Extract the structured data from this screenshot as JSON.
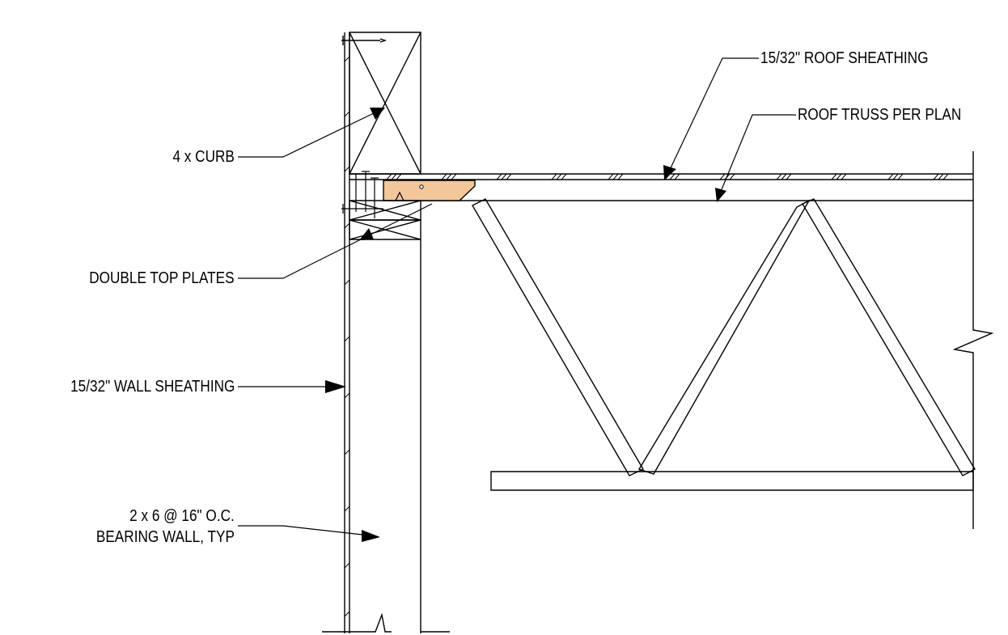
{
  "labels": {
    "roof_sheathing": "15/32\" ROOF SHEATHING",
    "roof_truss": "ROOF TRUSS PER PLAN",
    "curb": "4 x CURB",
    "top_plates": "DOUBLE TOP PLATES",
    "wall_sheathing": "15/32\" WALL SHEATHING",
    "stud_line1": "2 x 6 @ 16\" O.C.",
    "stud_line2": "BEARING WALL, TYP"
  },
  "colors": {
    "line": "#000000",
    "blocking_fill": "#f2c79a",
    "hatch": "#000000"
  }
}
